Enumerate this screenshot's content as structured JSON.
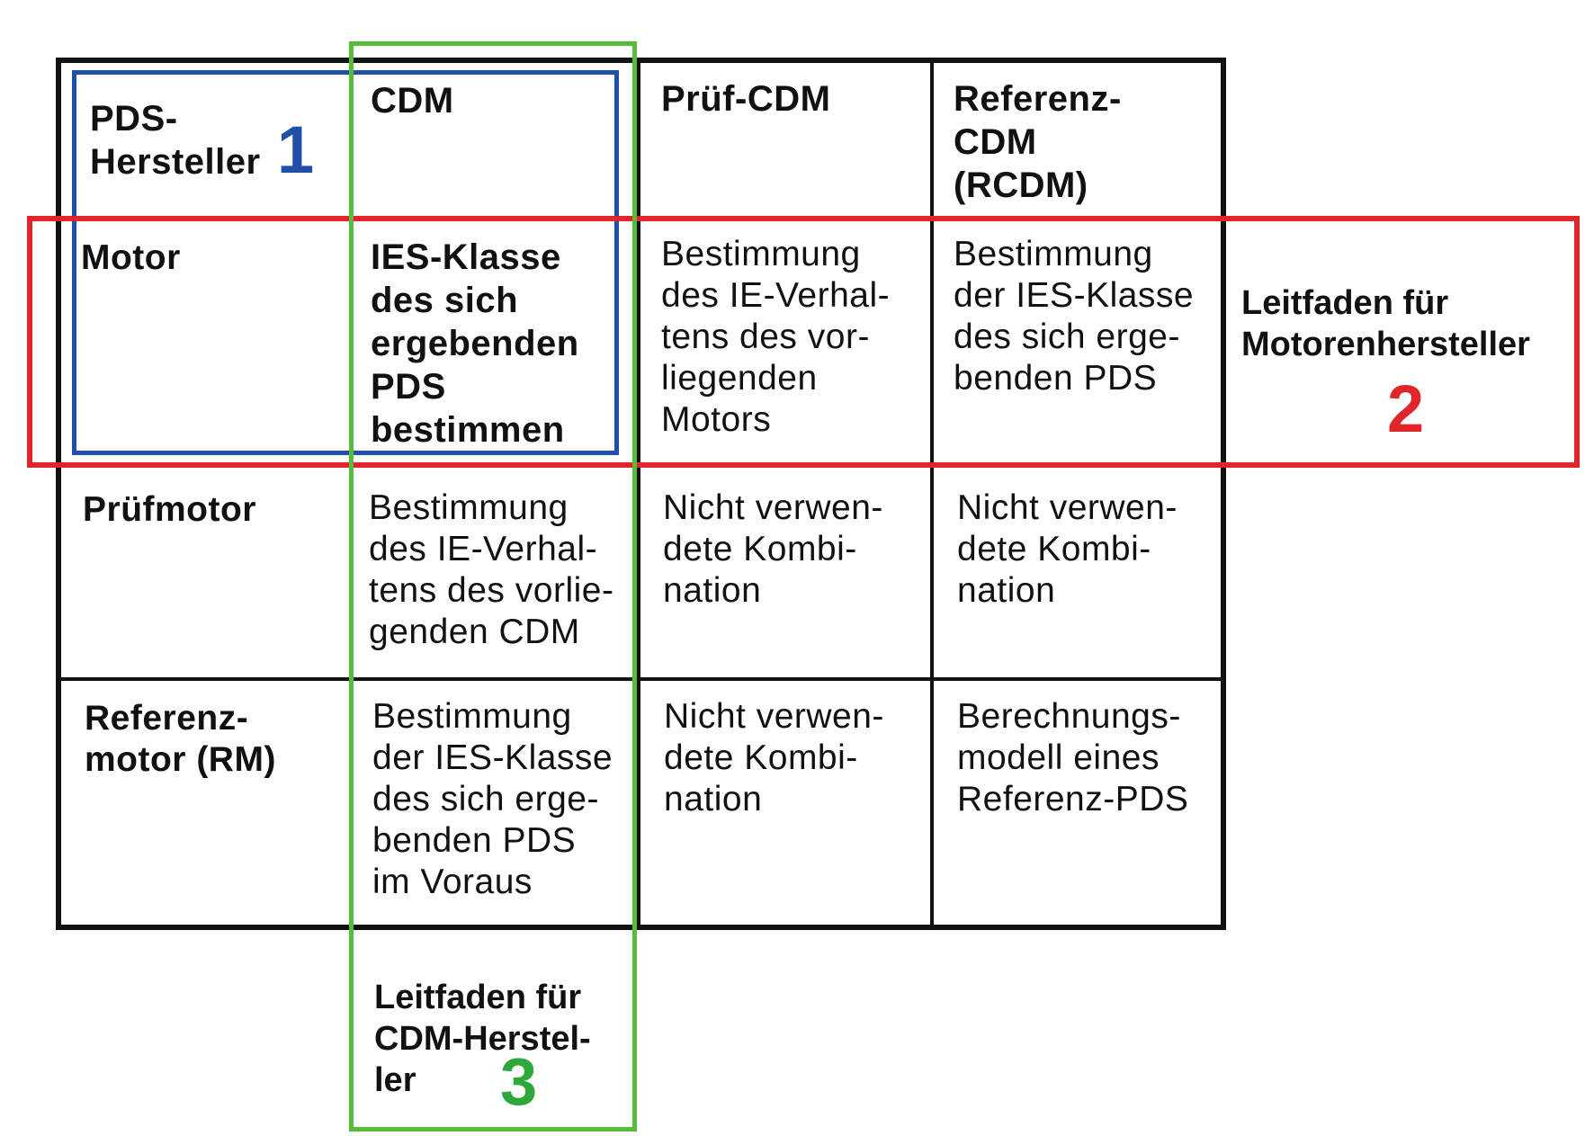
{
  "colors": {
    "blue": "#1f4fa8",
    "red": "#e0262b",
    "green": "#2ea83a",
    "line": "#111111"
  },
  "header": {
    "corner": "PDS-\nHersteller",
    "col1": "CDM",
    "col2": "Prüf-CDM",
    "col3": "Referenz-\nCDM\n(RCDM)"
  },
  "rows": [
    {
      "label": "Motor",
      "c1": "IES-Klasse\ndes sich\nergebenden\nPDS\nbestimmen",
      "c2": "Bestimmung\ndes IE-Verhal-\ntens des vor-\nliegenden\nMotors",
      "c3": "Bestimmung\nder IES-Klasse\ndes sich erge-\nbenden PDS"
    },
    {
      "label": "Prüfmotor",
      "c1": "Bestimmung\ndes IE-Verhal-\ntens des vorlie-\ngenden CDM",
      "c2": "Nicht verwen-\ndete Kombi-\nnation",
      "c3": "Nicht verwen-\ndete Kombi-\nnation"
    },
    {
      "label": "Referenz-\nmotor (RM)",
      "c1": "Bestimmung\nder IES-Klasse\ndes sich erge-\nbenden PDS\nim Voraus",
      "c2": "Nicht verwen-\ndete Kombi-\nnation",
      "c3": "Berechnungs-\nmodell eines\nReferenz-PDS"
    }
  ],
  "highlights": {
    "blue_number": "1",
    "red_number": "2",
    "red_label": "Leitfaden für\nMotorenhersteller",
    "green_number": "3",
    "green_label": "Leitfaden für\nCDM-Herstel-\nler"
  }
}
